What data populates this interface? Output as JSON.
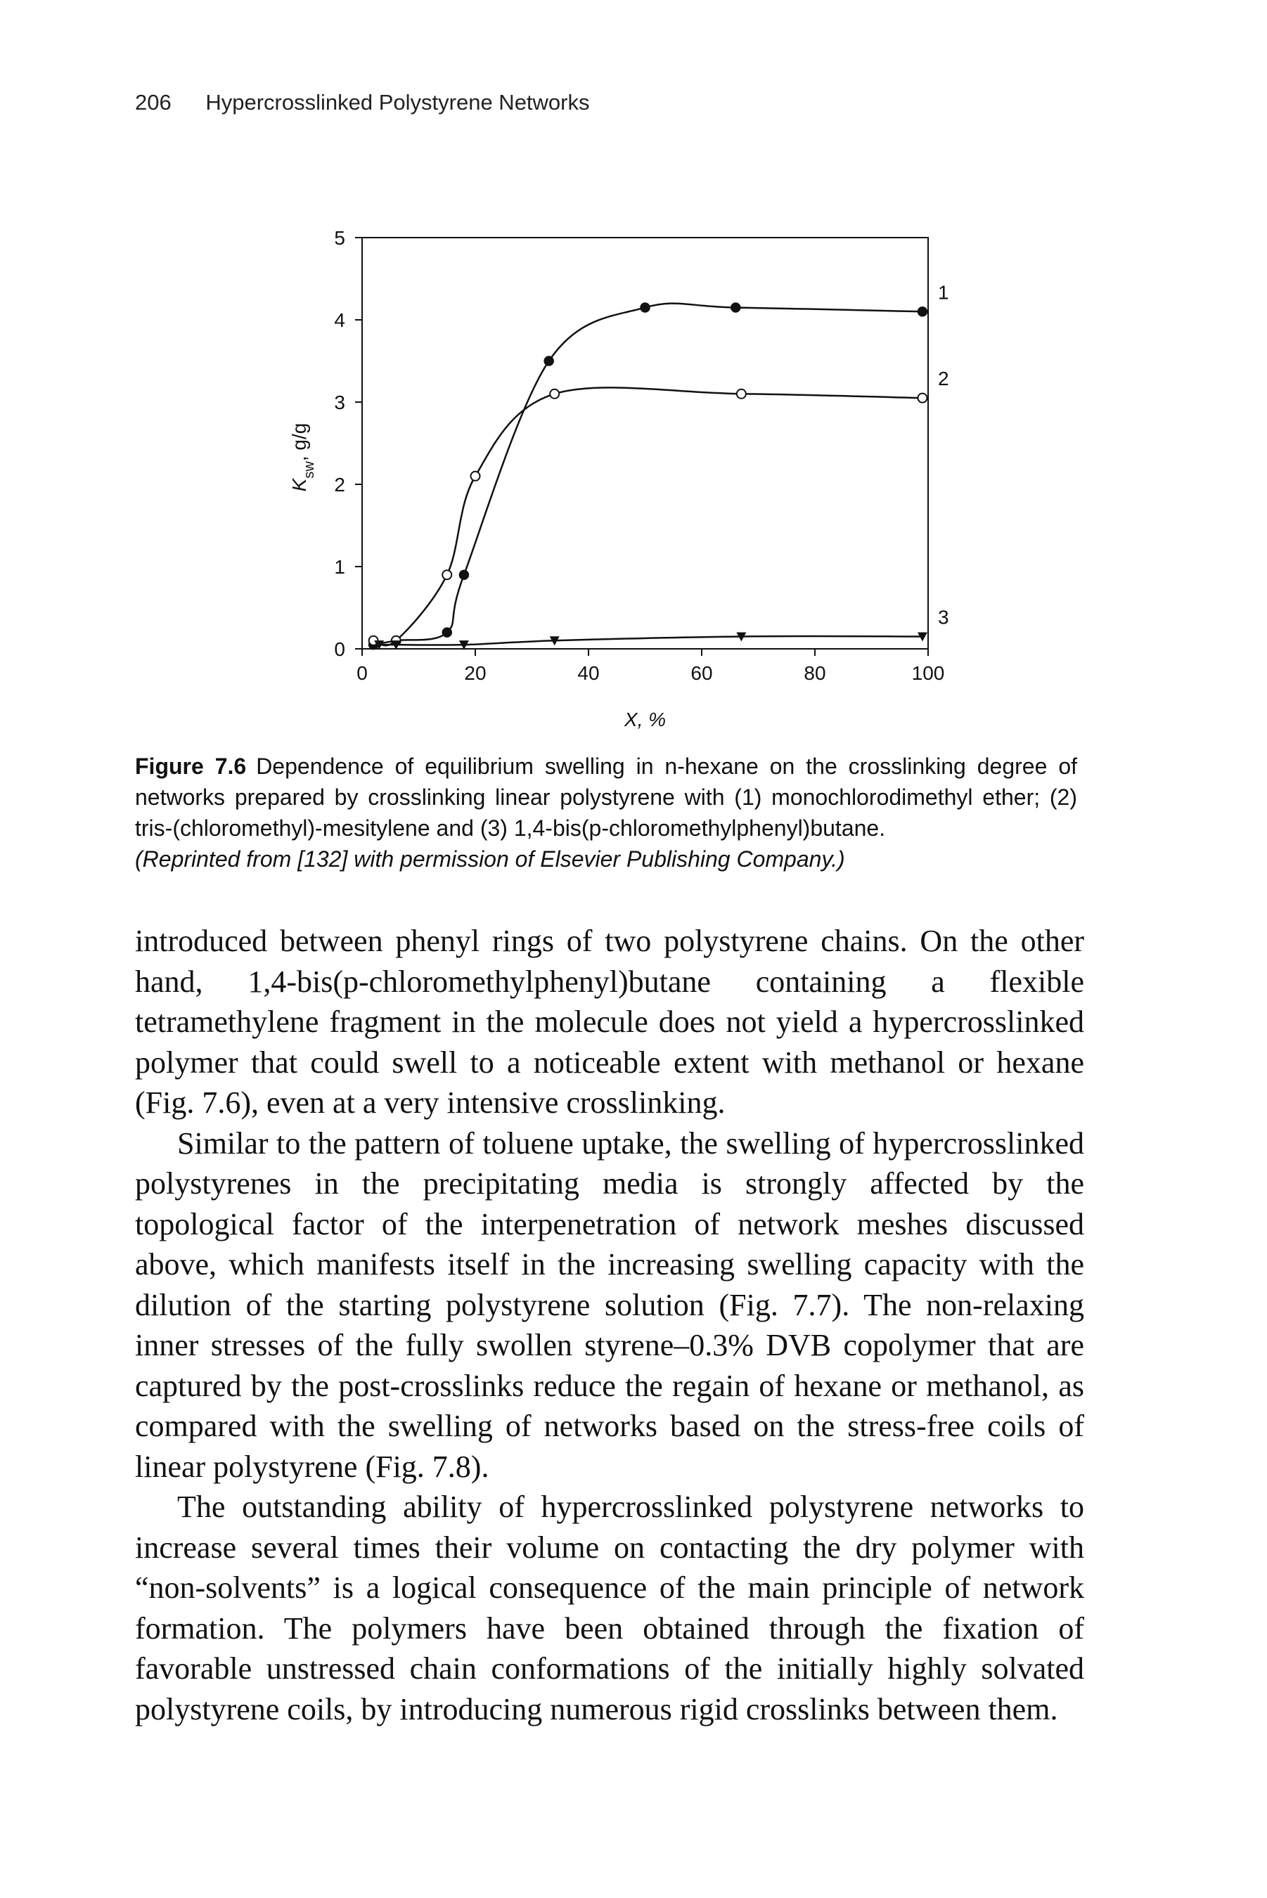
{
  "header": {
    "page_number": "206",
    "running_title": "Hypercrosslinked Polystyrene Networks"
  },
  "figure": {
    "label": "Figure 7.6",
    "caption": "Dependence of equilibrium swelling in n-hexane on the crosslinking degree of networks prepared by crosslinking linear polystyrene with (1) monochlorodimethyl ether; (2) tris-(chloromethyl)-mesitylene and (3) 1,4-bis(p-chloromethylphenyl)butane.",
    "credit": "(Reprinted from [132] with permission of Elsevier Publishing Company.)"
  },
  "chart_data": {
    "type": "line",
    "xlabel": "X, %",
    "ylabel": "K_sw, g/g",
    "xlim": [
      0,
      100
    ],
    "ylim": [
      0,
      5
    ],
    "x_ticks": [
      "0",
      "20",
      "40",
      "60",
      "80",
      "100"
    ],
    "y_ticks": [
      "0",
      "1",
      "2",
      "3",
      "4",
      "5"
    ],
    "grid": false,
    "legend": "none",
    "series": [
      {
        "name": "1",
        "marker": "filled-circle",
        "points": [
          [
            2,
            0.05
          ],
          [
            6,
            0.1
          ],
          [
            15,
            0.2
          ],
          [
            18,
            0.9
          ],
          [
            33,
            3.5
          ],
          [
            50,
            4.15
          ],
          [
            66,
            4.15
          ],
          [
            99,
            4.1
          ]
        ]
      },
      {
        "name": "2",
        "marker": "open-circle",
        "points": [
          [
            2,
            0.1
          ],
          [
            6,
            0.1
          ],
          [
            15,
            0.9
          ],
          [
            20,
            2.1
          ],
          [
            34,
            3.1
          ],
          [
            67,
            3.1
          ],
          [
            99,
            3.05
          ]
        ]
      },
      {
        "name": "3",
        "marker": "filled-triangle-down",
        "points": [
          [
            3,
            0.05
          ],
          [
            6,
            0.05
          ],
          [
            18,
            0.05
          ],
          [
            34,
            0.1
          ],
          [
            67,
            0.15
          ],
          [
            99,
            0.15
          ]
        ]
      }
    ]
  },
  "body": {
    "paragraphs": [
      "introduced between phenyl rings of two polystyrene chains. On the other hand, 1,4-bis(p-chloromethylphenyl)butane containing a flexible tetramethylene fragment in the molecule does not yield a hypercrosslinked polymer that could swell to a noticeable extent with methanol or hexane (Fig. 7.6), even at a very intensive crosslinking.",
      "Similar to the pattern of toluene uptake, the swelling of hypercrosslinked polystyrenes in the precipitating media is strongly affected by the topological factor of the interpenetration of network meshes discussed above, which manifests itself in the increasing swelling capacity with the dilution of the starting polystyrene solution (Fig. 7.7). The non-relaxing inner stresses of the fully swollen styrene–0.3% DVB copolymer that are captured by the post-crosslinks reduce the regain of hexane or methanol, as compared with the swelling of networks based on the stress-free coils of linear polystyrene (Fig. 7.8).",
      "The outstanding ability of hypercrosslinked polystyrene networks to increase several times their volume on contacting the dry polymer with “non-solvents” is a logical consequence of the main principle of network formation. The polymers have been obtained through the fixation of favorable unstressed chain conformations of the initially highly solvated polystyrene coils, by introducing numerous rigid crosslinks between them."
    ]
  }
}
